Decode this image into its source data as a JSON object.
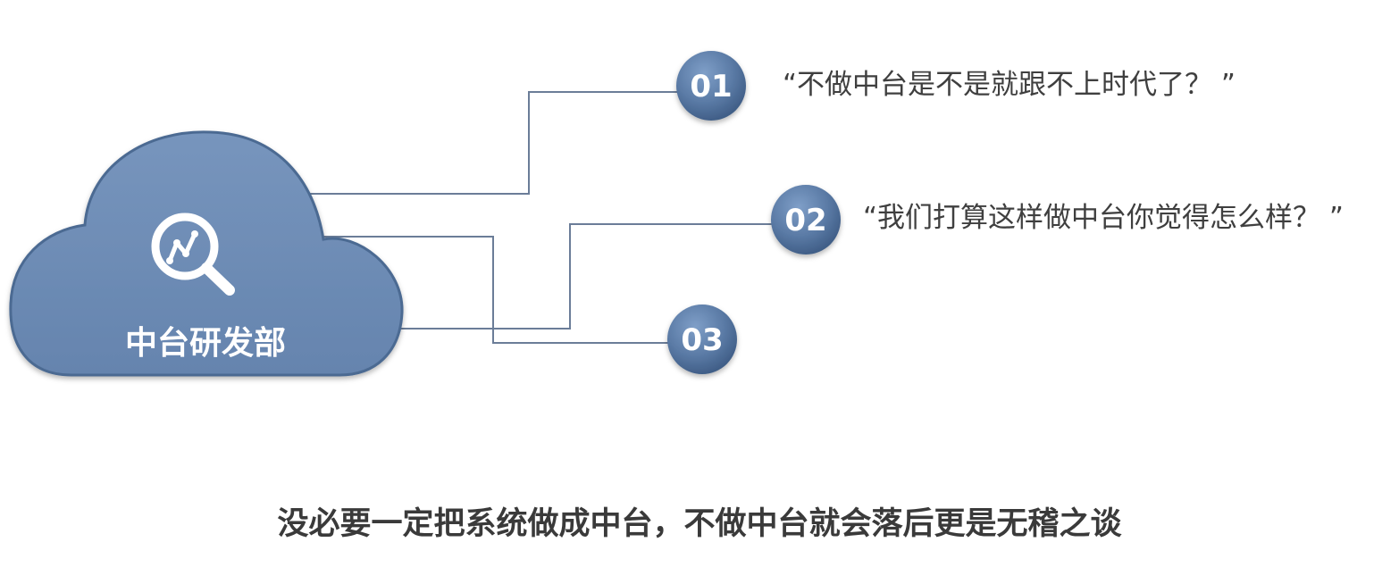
{
  "cloud": {
    "label": "中台研发部",
    "icon": "magnifier-chart-icon",
    "fill_color": "#6b8bb4",
    "edge_color": "#4c6a92"
  },
  "nodes": [
    {
      "number": "01",
      "question": "“不做中台是不是就跟不上时代了？ ”"
    },
    {
      "number": "02",
      "question": "“我们打算这样做中台你觉得怎么样？ ”"
    },
    {
      "number": "03",
      "question": ""
    }
  ],
  "connector_color": "#6b7d98",
  "conclusion": "没必要一定把系统做成中台，不做中台就会落后更是无稽之谈"
}
